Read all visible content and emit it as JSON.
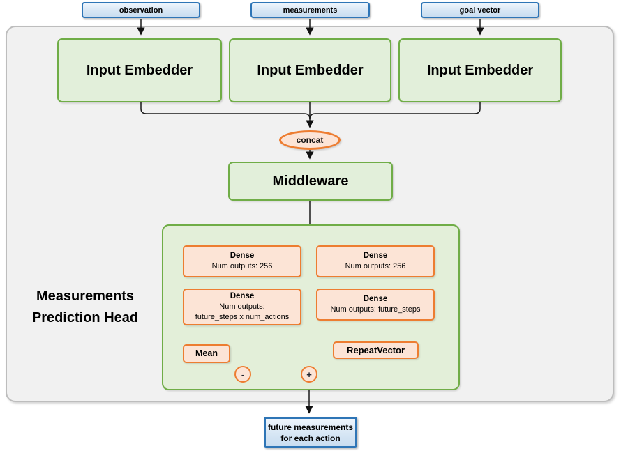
{
  "diagram": {
    "inputs": [
      {
        "label": "observation"
      },
      {
        "label": "measurements"
      },
      {
        "label": "goal vector"
      }
    ],
    "embedders": [
      {
        "label": "Input Embedder"
      },
      {
        "label": "Input Embedder"
      },
      {
        "label": "Input Embedder"
      }
    ],
    "concat_label": "concat",
    "middleware_label": "Middleware",
    "head": {
      "title_line1": "Measurements",
      "title_line2": "Prediction Head",
      "left_branch": {
        "dense1_title": "Dense",
        "dense1_sub": "Num outputs: 256",
        "dense2_title": "Dense",
        "dense2_sub1": "Num outputs:",
        "dense2_sub2": "future_steps x num_actions",
        "mean_label": "Mean",
        "minus_label": "-"
      },
      "right_branch": {
        "dense1_title": "Dense",
        "dense1_sub": "Num outputs: 256",
        "dense2_title": "Dense",
        "dense2_sub": "Num outputs: future_steps",
        "repeat_label": "RepeatVector",
        "plus_label": "+"
      }
    },
    "output": {
      "line1": "future measurements",
      "line2": "for each action"
    },
    "colors": {
      "green_border": "#70ad47",
      "green_fill": "#e2efda",
      "orange_border": "#ed7d31",
      "orange_fill": "#fce4d6",
      "blue_border": "#2e75b6",
      "blue_fill": "#dae8f5",
      "container_fill": "#f1f1f1",
      "container_border": "#bdbdbd",
      "line_color": "#1a1a1a"
    }
  }
}
